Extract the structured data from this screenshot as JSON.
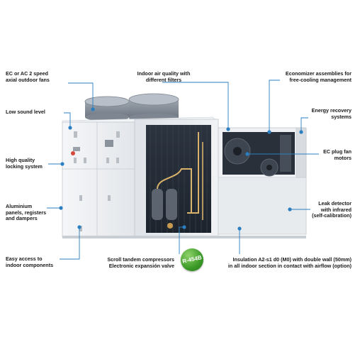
{
  "labels": {
    "axial_fans": [
      "EC or AC 2 speed",
      "axial outdoor fans"
    ],
    "low_sound": [
      "Low sound level"
    ],
    "locking": [
      "High quality",
      "locking system"
    ],
    "aluminium": [
      "Aluminium",
      "panels, registers",
      "and dampers"
    ],
    "easy_access": [
      "Easy access to",
      "indoor components"
    ],
    "indoor_air": [
      "Indoor air quality  with",
      "different filters"
    ],
    "economizer": [
      "Economizer assemblies for",
      "free-cooling management"
    ],
    "energy_recovery": [
      "Energy recovery",
      "systems"
    ],
    "ec_plug": [
      "EC plug fan",
      "motors"
    ],
    "leak_detector": [
      "Leak detector",
      "with infrared",
      "(self-calibration)"
    ],
    "scroll": [
      "Scroll tandem compressors",
      "Electronic expansión valve"
    ],
    "insulation": [
      "Insulation A2-s1 d0 (M0) with double wall (50mm)",
      "in all indoor section in contact with airflow (option)"
    ]
  },
  "refrigerant_badge": "R-454B",
  "colors": {
    "callout_line": "#2b7fc1",
    "badge": "#3b9a28",
    "unit_body": "#eef0f3"
  }
}
